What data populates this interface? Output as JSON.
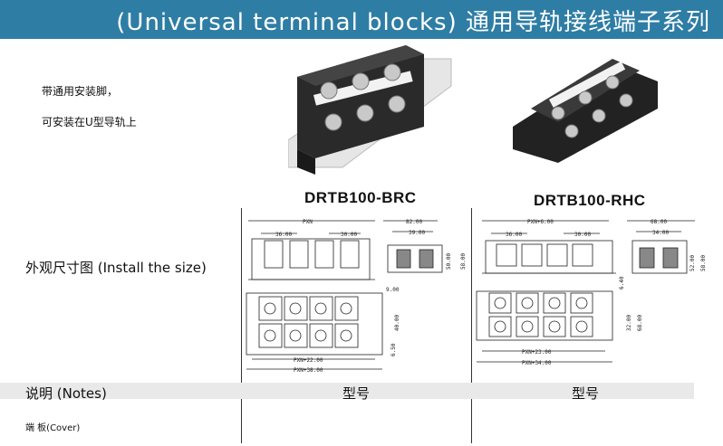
{
  "header": {
    "title": "(Universal terminal blocks) 通用导轨接线端子系列",
    "bg": "#2e7da4"
  },
  "description": {
    "line1": "带通用安装脚，",
    "line2": "可安装在U型导轨上"
  },
  "models": {
    "left": "DRTB100-BRC",
    "right": "DRTB100-RHC"
  },
  "rows": {
    "install_label": "外观尺寸图 (Install the size)",
    "notes_label": "说明 (Notes)",
    "type_left": "型号",
    "type_right": "型号",
    "cover_label": "端  板(Cover)"
  },
  "brc_dims": {
    "pxn": "PXN",
    "d36": "36.00",
    "d30": "30.00",
    "d82": "82.00",
    "d39": "39.00",
    "d50": "50.00",
    "d58": "58.00",
    "d9": "9.00",
    "d40": "40.00",
    "d6": "6.50",
    "pxn22": "PXN+22.00",
    "pxn38": "PXN+38.00"
  },
  "rhc_dims": {
    "pxn6": "PXN+6.00",
    "d36": "36.00",
    "d30": "30.00",
    "d68": "68.00",
    "d34": "34.00",
    "d52": "52.00",
    "d58": "58.00",
    "d640": "6.40",
    "d32": "32.00",
    "d68b": "68.00",
    "pxn23": "PXN+23.00",
    "pxn34": "PXN+34.00"
  }
}
